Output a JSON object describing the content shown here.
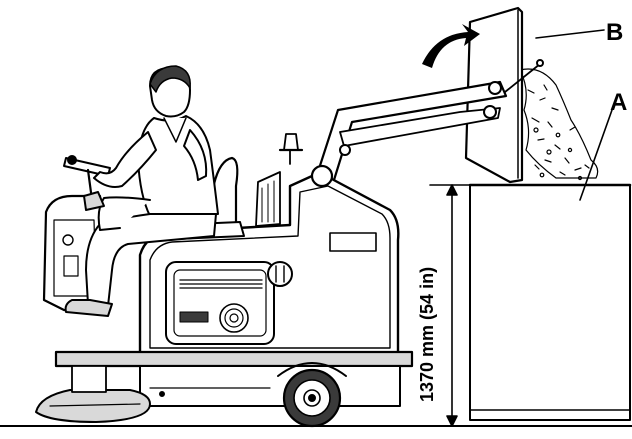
{
  "labels": {
    "callout_a": "A",
    "callout_b": "B",
    "height_dimension": "1370 mm (54 in)"
  },
  "colors": {
    "line": "#000000",
    "fill_light": "#ffffff",
    "fill_gray": "#d9d9d9",
    "fill_dark": "#3a3a3a"
  }
}
